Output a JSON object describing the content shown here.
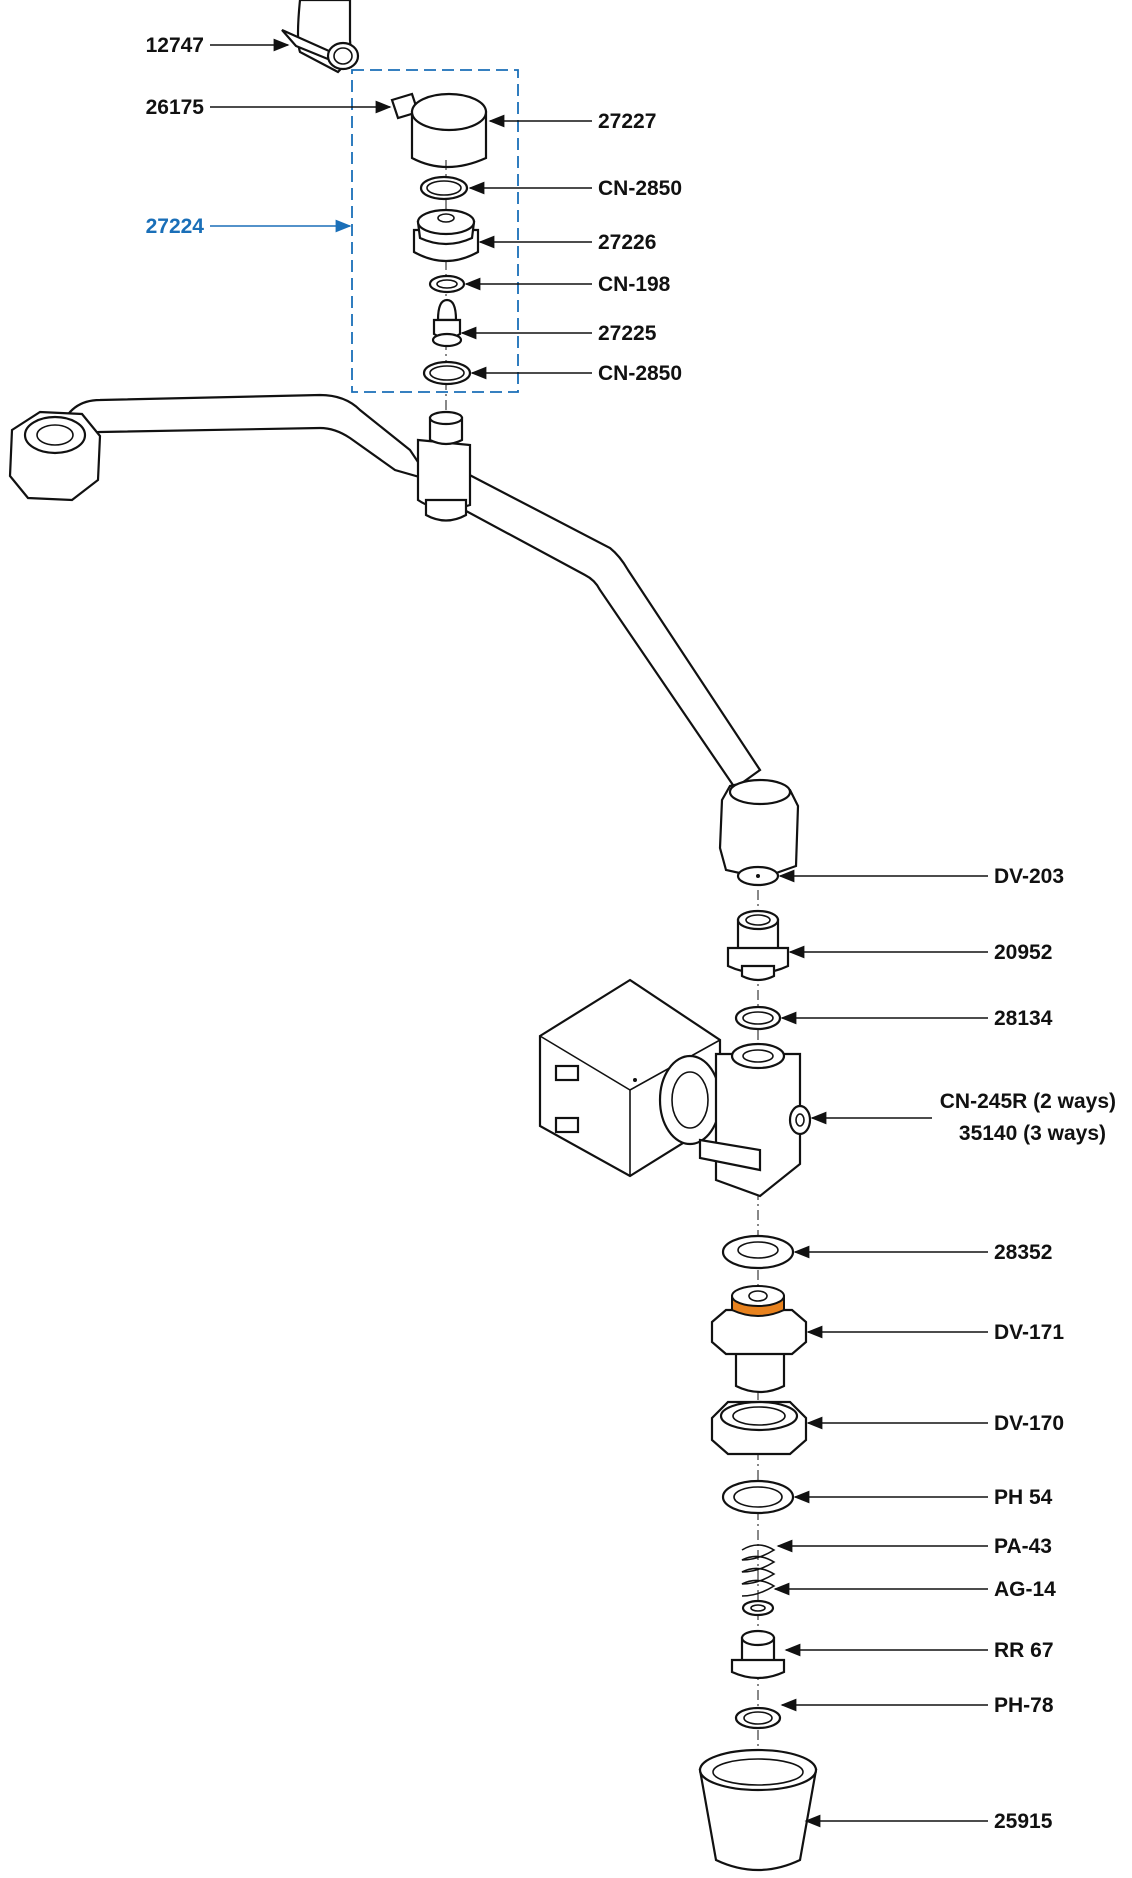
{
  "diagram": {
    "labels": {
      "p12747": "12747",
      "p26175": "26175",
      "p27224": "27224",
      "p27227": "27227",
      "cn2850_top": "CN-2850",
      "p27226": "27226",
      "cn198": "CN-198",
      "p27225": "27225",
      "cn2850_bottom": "CN-2850",
      "dv203": "DV-203",
      "p20952": "20952",
      "p28134": "28134",
      "cn245r": "CN-245R (2 ways)",
      "p35140": "35140 (3 ways)",
      "p28352": "28352",
      "dv171": "DV-171",
      "dv170": "DV-170",
      "ph54": "PH 54",
      "pa43": "PA-43",
      "ag14": "AG-14",
      "rr67": "RR 67",
      "ph78": "PH-78",
      "p25915": "25915"
    },
    "colors": {
      "line": "#111111",
      "assembly_callout": "#1a6fb8",
      "highlight_seal": "#e8821e"
    }
  }
}
